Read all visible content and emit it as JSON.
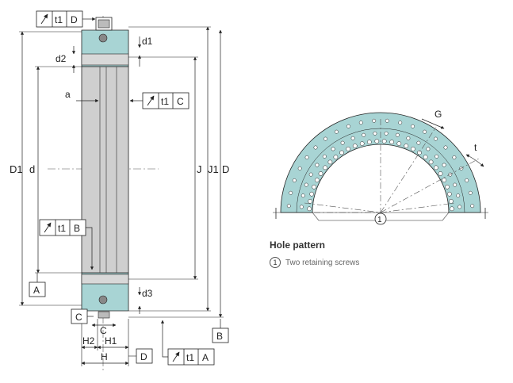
{
  "section": {
    "drawing": {
      "dims": {
        "D1": "D1",
        "d": "d",
        "J": "J",
        "J1": "J1",
        "D": "D",
        "d1": "d1",
        "d2": "d2",
        "d3": "d3",
        "a": "a",
        "C": "C",
        "H": "H",
        "H1": "H1",
        "H2": "H2"
      },
      "datums": {
        "A": "A",
        "B": "B",
        "C": "C",
        "D": "D"
      },
      "tolerance_frames": [
        {
          "id": "top-D",
          "tol": "t1",
          "datum": "D"
        },
        {
          "id": "right-C",
          "tol": "t1",
          "datum": "C"
        },
        {
          "id": "left-B",
          "tol": "t1",
          "datum": "B"
        },
        {
          "id": "bottom-A",
          "tol": "t1",
          "datum": "A"
        }
      ]
    }
  },
  "hole_pattern": {
    "labels": {
      "G": "G",
      "t": "t",
      "marker": "1"
    },
    "title": "Hole pattern",
    "legend": [
      {
        "num": "1",
        "text": "Two retaining screws"
      }
    ]
  },
  "colors": {
    "bearing_fill": "#a8d4d4",
    "ring_gray": "#cfcfcf",
    "line": "#222222"
  }
}
